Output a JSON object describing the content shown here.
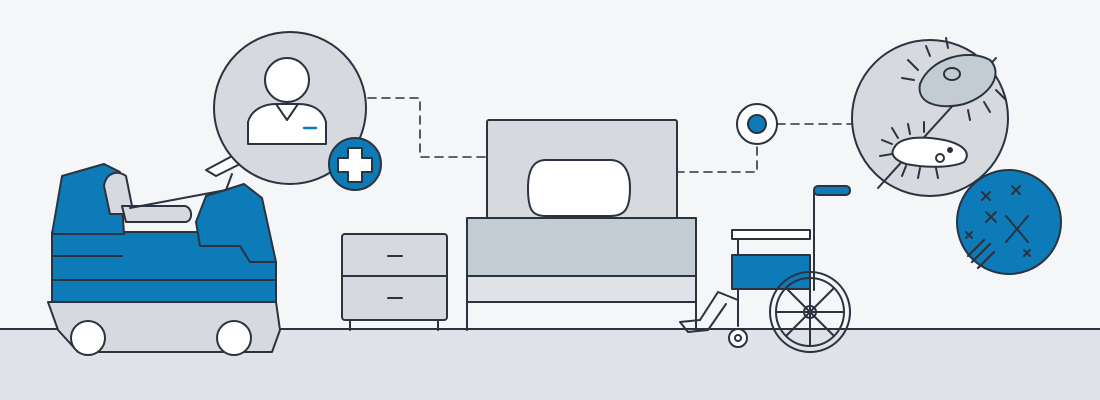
{
  "scene": {
    "objects": [
      "floor-scrubber",
      "caregiver-badge",
      "medical-cross",
      "hospital-bed",
      "pillow",
      "nightstand",
      "wheelchair",
      "sensor-node",
      "magnified-microbes",
      "bacteria-culture"
    ]
  },
  "colors": {
    "background": "#f5f6f7",
    "floor": "#dfe3e8",
    "outline": "#2b3340",
    "accent": "#0c7bb8",
    "light_gray": "#d6dade",
    "mid_gray": "#c4ccd3",
    "white": "#ffffff"
  },
  "icons": {
    "cross": "plus-icon",
    "person": "person-icon",
    "microbe": "bacteria-icon",
    "germ_marks": "x-mark-icon"
  }
}
